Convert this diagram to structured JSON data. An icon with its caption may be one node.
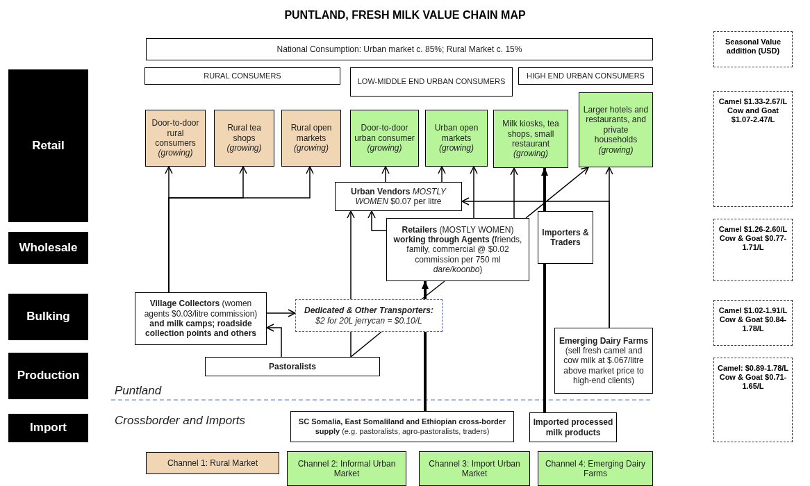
{
  "diagram": {
    "title": "PUNTLAND, FRESH MILK VALUE CHAIN MAP",
    "nodes": [
      {
        "text": [
          "National Consumption: Urban market c. 85%; Rural Market c. 15%"
        ]
      },
      {
        "text": [
          "RURAL CONSUMERS"
        ]
      },
      {
        "text": [
          "LOW-MIDDLE END URBAN CONSUMERS"
        ]
      },
      {
        "text": [
          "HIGH END URBAN CONSUMERS"
        ]
      },
      {
        "text": [
          "Door-to-door rural consumers *(growing)*"
        ]
      },
      {
        "text": [
          "Rural tea shops *(growing)*"
        ]
      },
      {
        "text": [
          "Rural open markets *(growing)*"
        ]
      },
      {
        "text": [
          "Door-to-door urban consumer *(growing)*"
        ]
      },
      {
        "text": [
          "Urban open markets *(growing)*"
        ]
      },
      {
        "text": [
          "Milk kiosks, tea shops, small restaurant *(growing)*"
        ]
      },
      {
        "text": [
          "Larger hotels and restaurants, and private households *(growing)*"
        ]
      },
      {
        "text": [
          "**Urban Vendors** *MOSTLY WOMEN* $0.07 per litre"
        ]
      },
      {
        "text": [
          "**Retailers** (MOSTLY WOMEN) **working through Agents (**friends, family, commercial @ $0.02 commission per 750 ml *dare/koonbo*)"
        ]
      },
      {
        "text": [
          "Importers & Traders"
        ]
      },
      {
        "text": [
          "**Village Collectors** (women agents $0.03/litre commission) **and milk camps; roadside collection points and others**"
        ]
      },
      {
        "text": [
          "**Dedicated & Other Transporters:** $2 for 20L jerrycan = $0.10/L"
        ]
      },
      {
        "text": [
          "Pastoralists"
        ]
      },
      {
        "text": [
          "**Emerging Dairy Farms** (sell fresh camel and cow milk at $.067/litre above market price to high-end clients)"
        ]
      },
      {
        "text": [
          "**SC Somalia, East Somaliland and Ethiopian cross-border supply** (e.g. pastoralists, agro-pastoralists, traders)"
        ]
      },
      {
        "text": [
          "Imported processed milk products"
        ]
      },
      {
        "text": [
          "Channel 1: Rural Market"
        ]
      },
      {
        "text": [
          "Channel 2: Informal Urban Market"
        ]
      },
      {
        "text": [
          "Channel 3: Import Urban Market"
        ]
      },
      {
        "text": [
          "Channel 4: Emerging Dairy Farms"
        ]
      },
      {
        "text": [
          "Retail"
        ]
      },
      {
        "text": [
          "Wholesale"
        ]
      },
      {
        "text": [
          "Bulking"
        ]
      },
      {
        "text": [
          "Production"
        ]
      },
      {
        "text": [
          "Import"
        ]
      },
      {
        "text": [
          "Seasonal Value addition (USD)"
        ]
      },
      {
        "text": [
          "Camel $1.33-2.67/L Cow and Goat $1.07-2.47/L"
        ]
      },
      {
        "text": [
          "Camel $1.26-2.60/L Cow & Goat $0.77-1.71/L"
        ]
      },
      {
        "text": [
          "Camel $1.02-1.91/L Cow & Goat $0.84-1.78/L"
        ]
      },
      {
        "text": [
          "Camel: $0.89-1.78/L Cow & Goat $0.71-1.65/L"
        ]
      }
    ],
    "edges": [
      {
        "from": 14,
        "to": 4,
        "arrow": "to"
      },
      {
        "from": 14,
        "to": 5,
        "arrow": "to"
      },
      {
        "from": 14,
        "to": 6,
        "arrow": "to"
      },
      {
        "from": 14,
        "to": 15,
        "arrow": "to"
      },
      {
        "from": 16,
        "to": 14,
        "arrow": "to"
      },
      {
        "from": 16,
        "to": 15,
        "arrow": "none"
      },
      {
        "from": 15,
        "to": 11,
        "arrow": "to"
      },
      {
        "from": 16,
        "to": 15,
        "arrow": "none"
      },
      {
        "from": 18,
        "to": 15,
        "arrow": "none",
        "style": "thick"
      },
      {
        "from": 15,
        "to": 12,
        "arrow": "to",
        "style": "thick"
      },
      {
        "from": 12,
        "to": 11,
        "arrow": "to"
      },
      {
        "from": 11,
        "to": 7,
        "arrow": "to"
      },
      {
        "from": 11,
        "to": 8,
        "arrow": "to"
      },
      {
        "from": 12,
        "to": 8,
        "arrow": "to"
      },
      {
        "from": 12,
        "to": 9,
        "arrow": "to"
      },
      {
        "from": 12,
        "to": 10,
        "arrow": "to"
      },
      {
        "from": 19,
        "to": 13,
        "arrow": "none",
        "style": "thick"
      },
      {
        "from": 13,
        "to": 9,
        "arrow": "to",
        "style": "thick"
      },
      {
        "from": 17,
        "to": 10,
        "arrow": "to"
      },
      {
        "from": 17,
        "to": 11,
        "arrow": "to"
      },
      {
        "from": 15,
        "to": 12,
        "arrow": "none"
      }
    ],
    "labels": [
      "Puntland",
      "Crossborder and Imports"
    ]
  }
}
